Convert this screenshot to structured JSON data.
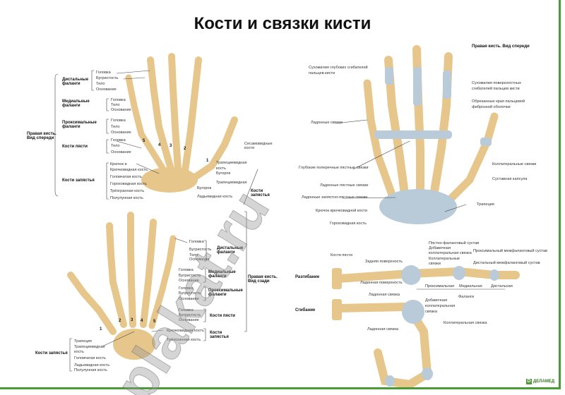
{
  "title": "Кости и связки кисти",
  "watermark": "plakat.ru",
  "logo": {
    "mark": "D",
    "text": "ДЕЛАМЕД"
  },
  "colors": {
    "bone": "#e6c68a",
    "ligament": "#b9cbd8",
    "frame": "#4a9a3a"
  },
  "front_bones": {
    "view": [
      "Правая кисть.",
      "Вид спереди"
    ],
    "distal": [
      "Дистальные",
      "фаланги"
    ],
    "distal_parts": [
      "Головка",
      "Бугристость",
      "Тело",
      "Основание"
    ],
    "medial": [
      "Медиальные",
      "фаланги"
    ],
    "medial_parts": [
      "Головка",
      "Тело",
      "Основание"
    ],
    "proximal": [
      "Проксимальные",
      "фаланги"
    ],
    "proximal_parts": [
      "Головка",
      "Тело",
      "Основание"
    ],
    "metacarpal": "Кости пясти",
    "metacarpal_parts": [
      "Головка",
      "Тело",
      "Основание"
    ],
    "carpal": "Кости запястья",
    "carpal_parts": [
      "Крючок и",
      "Крючковидная кость",
      "Головчатая кость",
      "Гороховидная кость",
      "Трёхгранная кость",
      "Полулунная кость"
    ],
    "right_labels": [
      "Трапециевидная",
      "кость",
      "Бугорок",
      "Трапециевидная",
      "Бугорок",
      "Ладьевидная кость"
    ],
    "sesamoid": [
      "Сесамовидные",
      "кости"
    ],
    "carpal_right": [
      "Кости",
      "запястья"
    ],
    "numbers": [
      "5",
      "4",
      "3",
      "2",
      "1"
    ]
  },
  "ligaments": {
    "view": "Правая кисть. Вид спереди",
    "labels": [
      "Сухожилия глубоких  сгибателей",
      "пальцев кисти",
      "Сухожилия поверхностных",
      "сгибателей пальцев кисти",
      "Обрезанные края пальцевой",
      "фиброзной оболочки",
      "Ладонные связки",
      "Глубокие поперечные пястные связки",
      "Коллатеральные связки",
      "Суставная капсула",
      "Ладонные пястные связки",
      "Ладонные запястно-пястные связки",
      "Крючок крючковидной кости",
      "Трапеция",
      "Гороховидная кость"
    ]
  },
  "back_bones": {
    "view": [
      "Правая кисть.",
      "Вид сзади"
    ],
    "distal": [
      "Дистальные",
      "фаланги"
    ],
    "distal_parts": [
      "Головка",
      "Бугристость",
      "Тело",
      "Основание"
    ],
    "medial": [
      "Медиальные",
      "фаланги"
    ],
    "medial_parts": [
      "Головка",
      "Бугристость",
      "Основание"
    ],
    "proximal": [
      "Проксимальные",
      "фаланги"
    ],
    "proximal_parts": [
      "Головка",
      "Бугристость",
      "Основание"
    ],
    "metacarpal": "Кости пясти",
    "metacarpal_parts": [
      "Головка",
      "Бугристость",
      "Основание"
    ],
    "carpal": [
      "Кости",
      "запястья"
    ],
    "carpal_parts": [
      "Крючковидная кость",
      "Трёхгранная кость"
    ],
    "carpal_left": "Кости запястья",
    "carpal_left_parts": [
      "Трапеция",
      "Трапециевидная",
      "кость",
      "Головчатая кость",
      "Ладьевидная кость",
      "Полулунная кость"
    ],
    "numbers": [
      "1",
      "2",
      "3",
      "4",
      "5"
    ]
  },
  "finger": {
    "extension": "Разгибание",
    "flexion": "Сгибание",
    "labels": [
      "Пястно-фаланговый сустав",
      "Добавочная",
      "коллатеральная связка",
      "Коллатеральные",
      "связки",
      "Проксимальный межфаланговый сустав",
      "Дистальный межфаланговый сустав",
      "Кости пясти",
      "Задняя поверхность",
      "Ладонная поверхность",
      "Ладонная связка",
      "Проксимальная",
      "Медиальная",
      "Дистальная",
      "Фаланги"
    ],
    "flex_labels": [
      "Добавочная",
      "коллатеральная",
      "связка",
      "Коллатеральная связка",
      "Ладонная связка"
    ]
  }
}
